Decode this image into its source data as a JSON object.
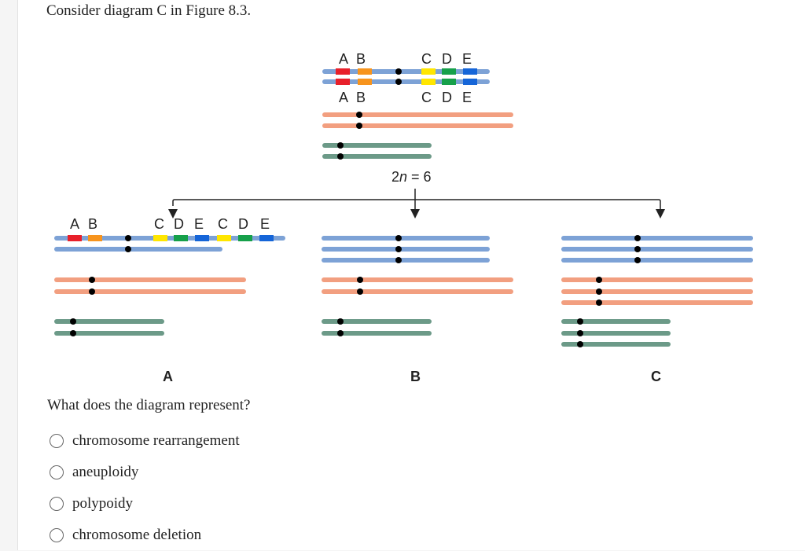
{
  "question": {
    "title": "Consider diagram C in Figure 8.3.",
    "prompt": "What does the diagram represent?",
    "options": [
      "chromosome rearrangement",
      "aneuploidy",
      "polypoidy",
      "chromosome deletion"
    ]
  },
  "figure": {
    "ploidy_label_prefix": "2",
    "ploidy_label_italic": "n",
    "ploidy_label_suffix": " = 6",
    "panel_labels": [
      "A",
      "B",
      "C"
    ],
    "gene_letters_top": [
      "A",
      "B",
      "C",
      "D",
      "E"
    ],
    "gene_letters_rearranged": [
      "A",
      "B",
      "C",
      "D",
      "E",
      "C",
      "D",
      "E"
    ],
    "colors": {
      "blue_chromosome": "#7da2d6",
      "salmon_chromosome": "#f29f80",
      "green_chromosome": "#6c9a88",
      "gene_A": "#e8202a",
      "gene_B": "#f7941d",
      "gene_C": "#ffe600",
      "gene_D": "#16a04a",
      "gene_E": "#1565d8",
      "centromere": "#000000"
    }
  }
}
